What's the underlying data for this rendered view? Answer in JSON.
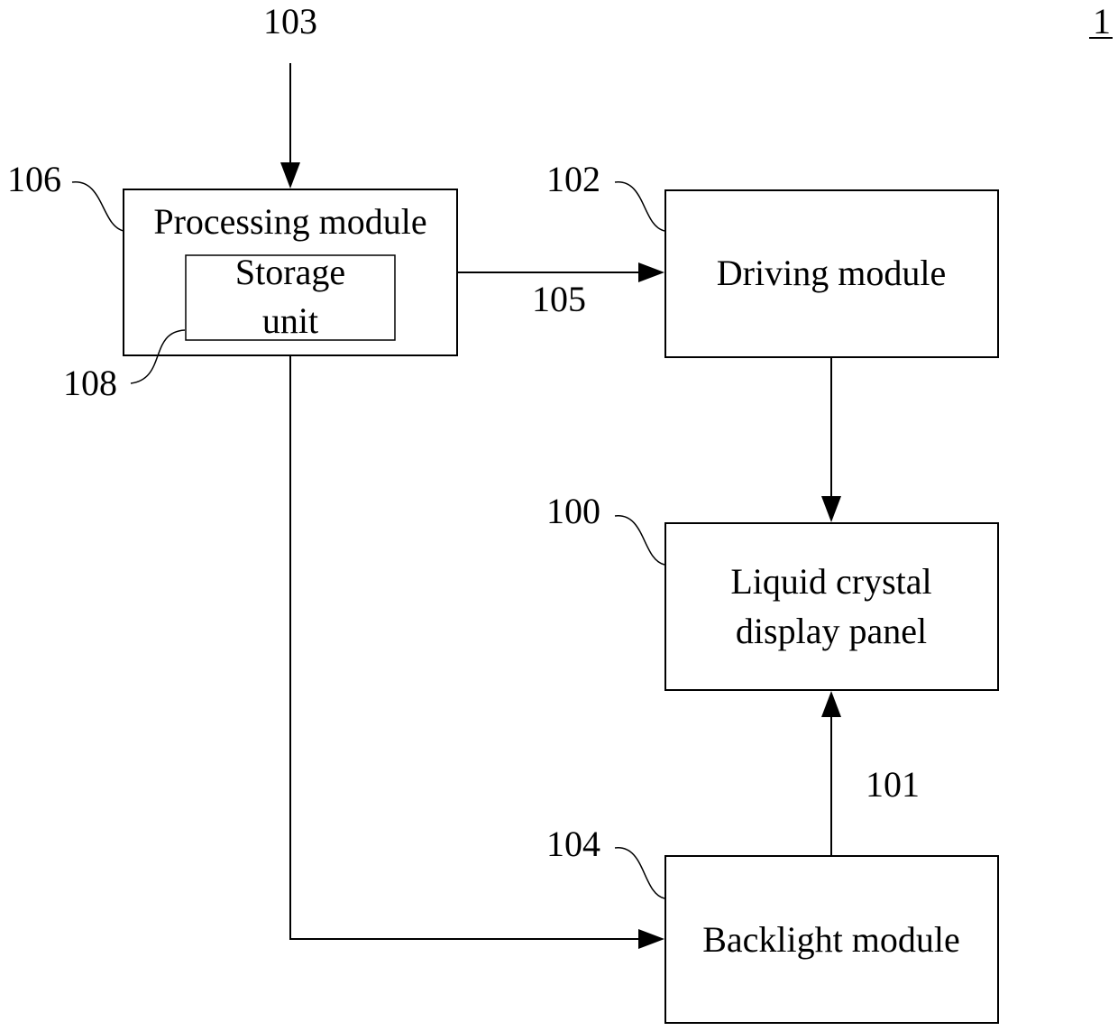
{
  "figure_ref": "1",
  "blocks": {
    "processing": {
      "ref": "106",
      "label": "Processing module"
    },
    "storage": {
      "ref": "108",
      "line1": "Storage",
      "line2": "unit"
    },
    "driving": {
      "ref": "102",
      "label": "Driving module"
    },
    "lcd": {
      "ref": "100",
      "line1": "Liquid crystal",
      "line2": "display panel"
    },
    "backlight": {
      "ref": "104",
      "label": "Backlight module"
    }
  },
  "signals": {
    "input": "103",
    "processing_to_driving": "105",
    "backlight_to_lcd": "101"
  },
  "colors": {
    "stroke": "#000000",
    "background": "#ffffff"
  }
}
